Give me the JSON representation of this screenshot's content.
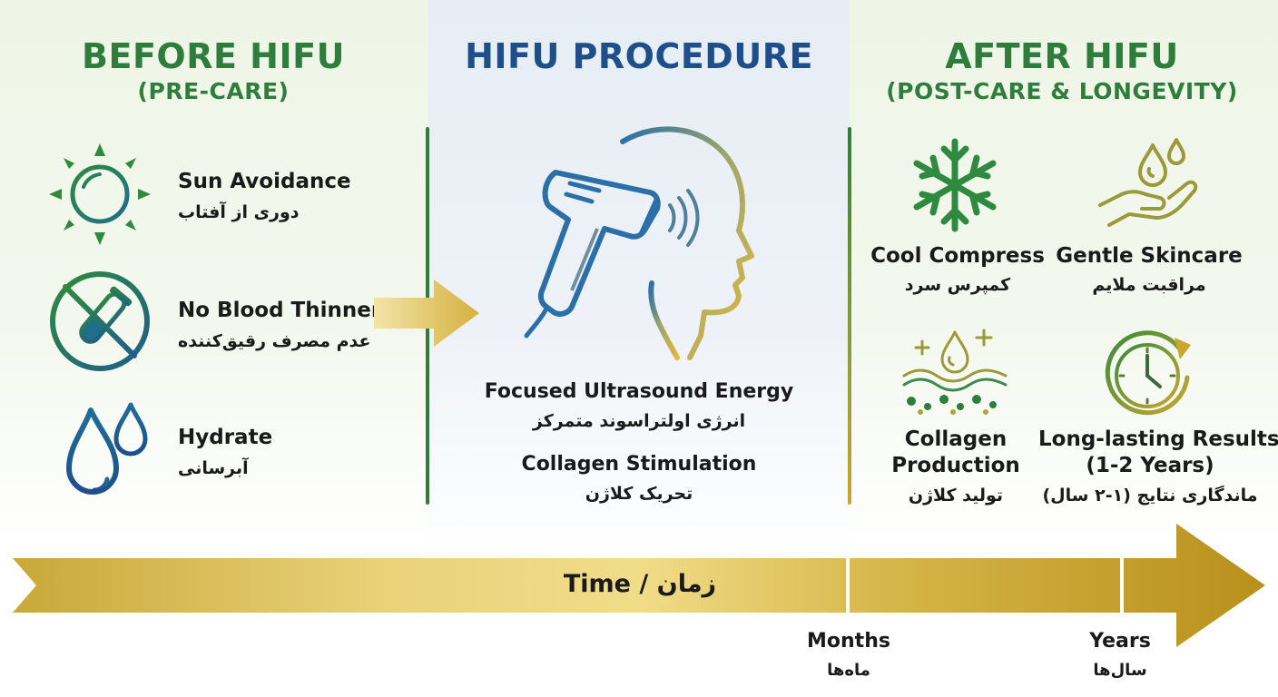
{
  "before": {
    "title": "BEFORE HIFU",
    "subtitle": "(PRE-CARE)",
    "items": [
      {
        "label": "Sun Avoidance",
        "label_fa": "دوری از آفتاب",
        "icon": "sun-icon"
      },
      {
        "label": "No Blood Thinners",
        "label_fa": "عدم مصرف رقیق‌کننده",
        "icon": "no-blood-thinners-icon"
      },
      {
        "label": "Hydrate",
        "label_fa": "آبرسانی",
        "icon": "water-drops-icon"
      }
    ]
  },
  "procedure": {
    "title": "HIFU PROCEDURE",
    "icon": "hifu-device-head-icon",
    "items": [
      {
        "label": "Focused Ultrasound Energy",
        "label_fa": "انرژی اولتراسوند متمرکز"
      },
      {
        "label": "Collagen Stimulation",
        "label_fa": "تحریک کلاژن"
      }
    ]
  },
  "after": {
    "title": "AFTER HIFU",
    "subtitle": "(POST-CARE & LONGEVITY)",
    "items": [
      {
        "label": "Cool Compress",
        "label_fa": "کمپرس سرد",
        "icon": "snowflake-icon"
      },
      {
        "label": "Gentle Skincare",
        "label_fa": "مراقبت ملایم",
        "icon": "hand-drop-icon"
      },
      {
        "label_line1": "Collagen",
        "label_line2": "Production",
        "label_fa": "تولید کلاژن",
        "icon": "skin-layers-icon"
      },
      {
        "label_line1": "Long-lasting Results",
        "label_line2": "(1-2 Years)",
        "label_fa": "ماندگاری نتایج (۱-۲ سال)",
        "icon": "clock-icon"
      }
    ]
  },
  "timeline": {
    "label": "Time / زمان",
    "ticks": [
      {
        "label": "Months",
        "label_fa": "ماه‌ها"
      },
      {
        "label": "Years",
        "label_fa": "سال‌ها"
      }
    ]
  },
  "colors": {
    "green": "#2e7d3c",
    "blue": "#1e4f8a",
    "gold": "#d4b240",
    "gold_dark": "#b8901c"
  }
}
